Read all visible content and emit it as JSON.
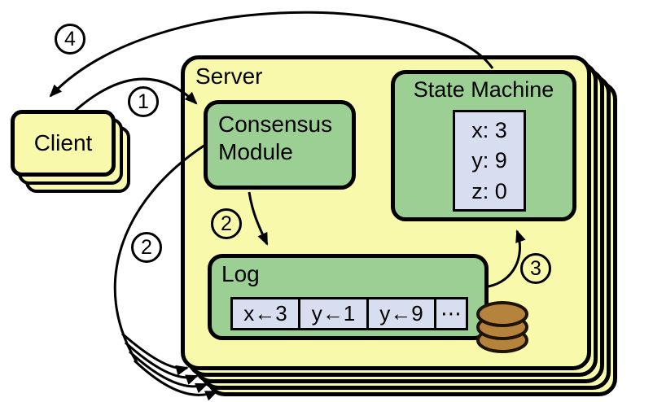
{
  "client": {
    "label": "Client"
  },
  "server": {
    "label": "Server",
    "consensus_module": {
      "line1": "Consensus",
      "line2": "Module"
    },
    "state_machine": {
      "label": "State Machine",
      "entries": [
        "x: 3",
        "y: 9",
        "z: 0"
      ]
    },
    "log": {
      "label": "Log",
      "entries": [
        "x←3",
        "y←1",
        "y←9",
        "⋯"
      ]
    }
  },
  "steps": {
    "step1": "1",
    "step2": "2",
    "step3": "3",
    "step4": "4"
  },
  "icons": {
    "disk": "disk-stack-icon"
  },
  "colors": {
    "box_yellow": "#f9f9ab",
    "module_green": "#9ccf94",
    "value_blue": "#d7def0",
    "disk_brown": "#b5833c",
    "line_black": "#000000"
  }
}
